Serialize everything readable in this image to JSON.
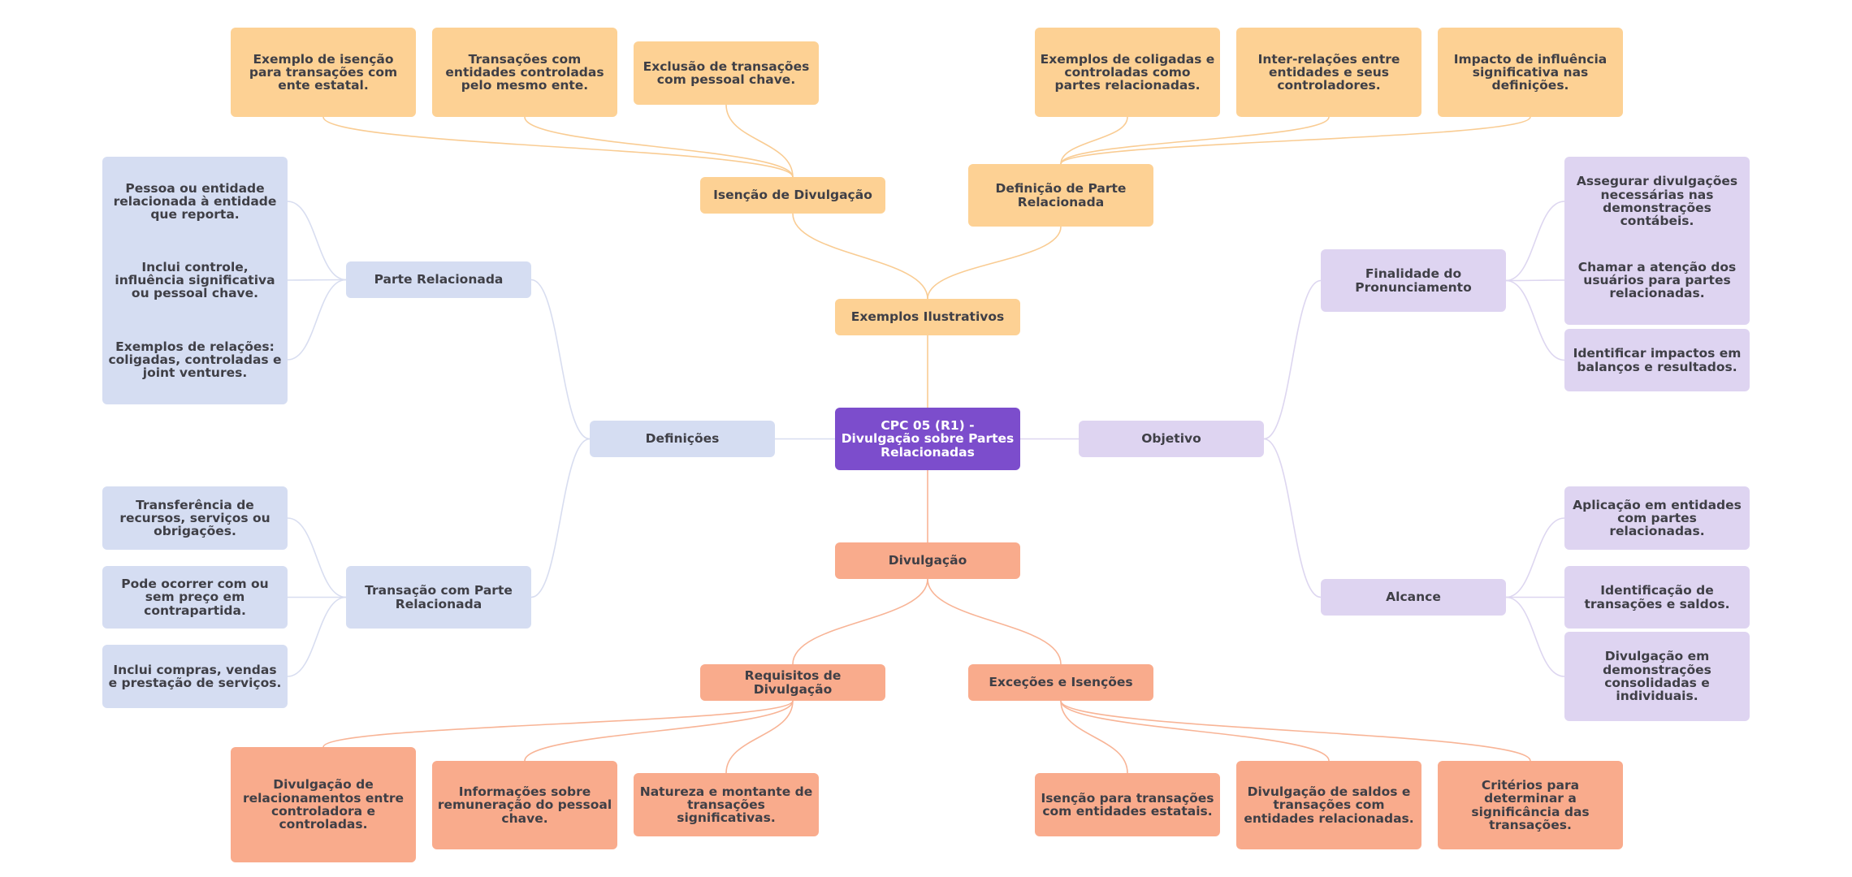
{
  "colors": {
    "root": "#7c4dcc",
    "orange": "#fdd194",
    "orange_link": "#f9cc93",
    "blue": "#d5ddf2",
    "blue_link": "#d8ddf0",
    "purple": "#ded4f1",
    "purple_link": "#ddd6f0",
    "salmon": "#f9ab8c",
    "salmon_link": "#f8b496"
  },
  "root": {
    "label": "CPC 05 (R1) - Divulgação sobre Partes Relacionadas"
  },
  "branches": [
    {
      "id": "exemplos",
      "label": "Exemplos Ilustrativos",
      "color": "orange",
      "children": [
        {
          "id": "isencao",
          "label": "Isenção de Divulgação",
          "children": [
            {
              "label": "Exemplo de isenção para transações com ente estatal."
            },
            {
              "label": "Transações com entidades controladas pelo mesmo ente."
            },
            {
              "label": "Exclusão de transações com pessoal chave."
            }
          ]
        },
        {
          "id": "definicao-parte",
          "label": "Definição de Parte Relacionada",
          "children": [
            {
              "label": "Exemplos de coligadas e controladas como partes relacionadas."
            },
            {
              "label": "Inter-relações entre entidades e seus controladores."
            },
            {
              "label": "Impacto de influência significativa nas definições."
            }
          ]
        }
      ]
    },
    {
      "id": "definicoes",
      "label": "Definições",
      "color": "blue",
      "children": [
        {
          "id": "parte-relacionada",
          "label": "Parte Relacionada",
          "children": [
            {
              "label": "Pessoa ou entidade relacionada à entidade que reporta."
            },
            {
              "label": "Inclui controle, influência significativa ou pessoal chave."
            },
            {
              "label": "Exemplos de relações: coligadas, controladas e joint ventures."
            }
          ]
        },
        {
          "id": "transacao",
          "label": "Transação com Parte Relacionada",
          "children": [
            {
              "label": "Transferência de recursos, serviços ou obrigações."
            },
            {
              "label": "Pode ocorrer com ou sem preço em contrapartida."
            },
            {
              "label": "Inclui compras, vendas e prestação de serviços."
            }
          ]
        }
      ]
    },
    {
      "id": "objetivo",
      "label": "Objetivo",
      "color": "purple",
      "children": [
        {
          "id": "finalidade",
          "label": "Finalidade do Pronunciamento",
          "children": [
            {
              "label": "Assegurar divulgações necessárias nas demonstrações contábeis."
            },
            {
              "label": "Chamar a atenção dos usuários para partes relacionadas."
            },
            {
              "label": "Identificar impactos em balanços e resultados."
            }
          ]
        },
        {
          "id": "alcance",
          "label": "Alcance",
          "children": [
            {
              "label": "Aplicação em entidades com partes relacionadas."
            },
            {
              "label": "Identificação de transações e saldos."
            },
            {
              "label": "Divulgação em demonstrações consolidadas e individuais."
            }
          ]
        }
      ]
    },
    {
      "id": "divulgacao",
      "label": "Divulgação",
      "color": "salmon",
      "children": [
        {
          "id": "requisitos",
          "label": "Requisitos de Divulgação",
          "children": [
            {
              "label": "Divulgação de relacionamentos entre controladora e controladas."
            },
            {
              "label": "Informações sobre remuneração do pessoal chave."
            },
            {
              "label": "Natureza e montante de transações significativas."
            }
          ]
        },
        {
          "id": "excecoes",
          "label": "Exceções e Isenções",
          "children": [
            {
              "label": "Isenção para transações com entidades estatais."
            },
            {
              "label": "Divulgação de saldos e transações com entidades relacionadas."
            },
            {
              "label": "Critérios para determinar a significância das transações."
            }
          ]
        }
      ]
    }
  ]
}
